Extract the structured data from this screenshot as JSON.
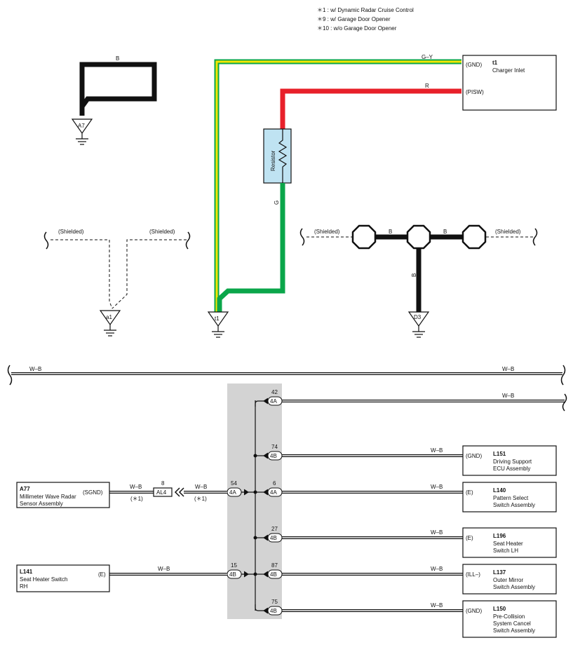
{
  "notes": [
    "＊1 : w/ Dynamic Radar Cruise Control",
    "＊9 : w/ Garage Door Opener",
    "＊10 : w/o Garage Door Opener"
  ],
  "ground_a7": {
    "label": "A7",
    "wire_color": "B"
  },
  "charger": {
    "code": "t1",
    "name": "Charger Inlet",
    "pin_gnd": "(GND)",
    "pin_pisw": "(PISW)",
    "wire_gnd": "G–Y",
    "wire_pisw": "R",
    "resistor_label": "Resistor",
    "wire_resistor": "G",
    "ground_label": "t1"
  },
  "shield_a1": {
    "left": "(Shielded)",
    "right": "(Shielded)",
    "ground_label": "a1"
  },
  "shield_d3": {
    "left": "(Shielded)",
    "right": "(Shielded)",
    "wire_left": "B",
    "wire_right": "B",
    "wire_down": "B",
    "ground_label": "D3"
  },
  "bus": {
    "wire_left": "W–B",
    "wire_right": "W–B"
  },
  "junction": {
    "row42": {
      "pin": "42",
      "conn": "4A",
      "wire": "W–B"
    },
    "row74": {
      "pin": "74",
      "conn": "4B",
      "wire": "W–B"
    },
    "row6": {
      "pin": "6",
      "conn": "4A",
      "wire": "W–B"
    },
    "row27": {
      "pin": "27",
      "conn": "4B",
      "wire": "W–B"
    },
    "row87": {
      "pin": "87",
      "conn": "4B",
      "wire": "W–B"
    },
    "row75": {
      "pin": "75",
      "conn": "4B",
      "wire": "W–B"
    },
    "in54": {
      "pin": "54",
      "conn": "4A"
    },
    "in15": {
      "pin": "15",
      "conn": "4B"
    }
  },
  "al4": {
    "label": "AL4",
    "pin": "8",
    "wire_left": "W–B",
    "wire_right": "W–B",
    "note_left": "(＊1)",
    "note_right": "(＊1)"
  },
  "comp_a77": {
    "code": "A77",
    "line1": "Millimeter Wave Radar",
    "line2": "Sensor Assembly",
    "pin": "(SGND)"
  },
  "comp_l141": {
    "code": "L141",
    "line1": "Seat Heater Switch",
    "line2": "RH",
    "pin": "(E)",
    "wire": "W–B"
  },
  "comp_l151": {
    "code": "L151",
    "line1": "Driving Support",
    "line2": "ECU Assembly",
    "line3": "",
    "pin": "(GND)"
  },
  "comp_l140": {
    "code": "L140",
    "line1": "Pattern Select",
    "line2": "Switch Assembly",
    "line3": "",
    "pin": "(E)"
  },
  "comp_l196": {
    "code": "L196",
    "line1": "Seat Heater",
    "line2": "Switch LH",
    "line3": "",
    "pin": "(E)"
  },
  "comp_l137": {
    "code": "L137",
    "line1": "Outer Mirror",
    "line2": "Switch Assembly",
    "line3": "",
    "pin": "(ILL–)"
  },
  "comp_l150": {
    "code": "L150",
    "line1": "Pre-Collision",
    "line2": "System Cancel",
    "line3": "Switch Assembly",
    "pin": "(GND)"
  },
  "colors": {
    "green": "#0aa64a",
    "yellow": "#f4e600",
    "red": "#e8202a",
    "black": "#111111",
    "resistor_fill": "#bfe3f2",
    "band": "#d3d3d3"
  }
}
